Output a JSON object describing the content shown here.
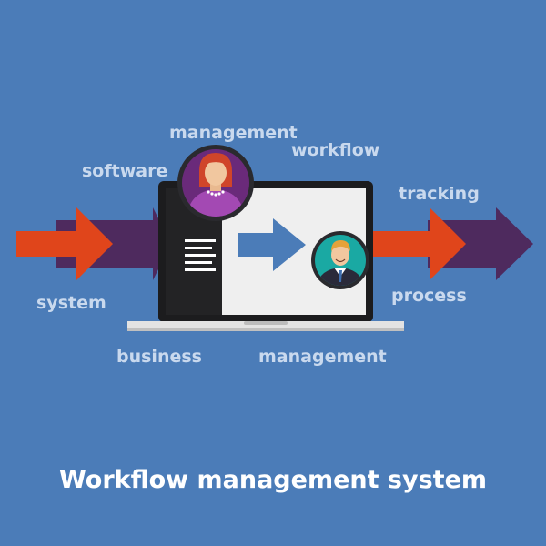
{
  "keywords": {
    "management_top": "management",
    "workflow": "workflow",
    "software": "software",
    "tracking": "tracking",
    "system": "system",
    "process": "process",
    "business": "business",
    "management_bottom": "management"
  },
  "caption": "Workflow management system",
  "colors": {
    "background": "#4b7cb8",
    "arrow_orange": "#e0451b",
    "arrow_purple": "#4e2a5e",
    "flow_arrow": "#4b7cb8",
    "keyword_text": "#c9d9ee",
    "caption_text": "#ffffff",
    "avatar_purple_bg": "#6a2a7a",
    "avatar_teal_bg": "#1aa9a3"
  },
  "icons": {
    "left_arrows": "double-right-arrow",
    "right_arrows": "double-right-arrow",
    "laptop": "laptop-icon",
    "document_lines": "document-lines-icon",
    "center_arrow": "right-arrow-icon",
    "avatar_woman": "woman-avatar-icon",
    "avatar_man": "man-avatar-icon"
  }
}
